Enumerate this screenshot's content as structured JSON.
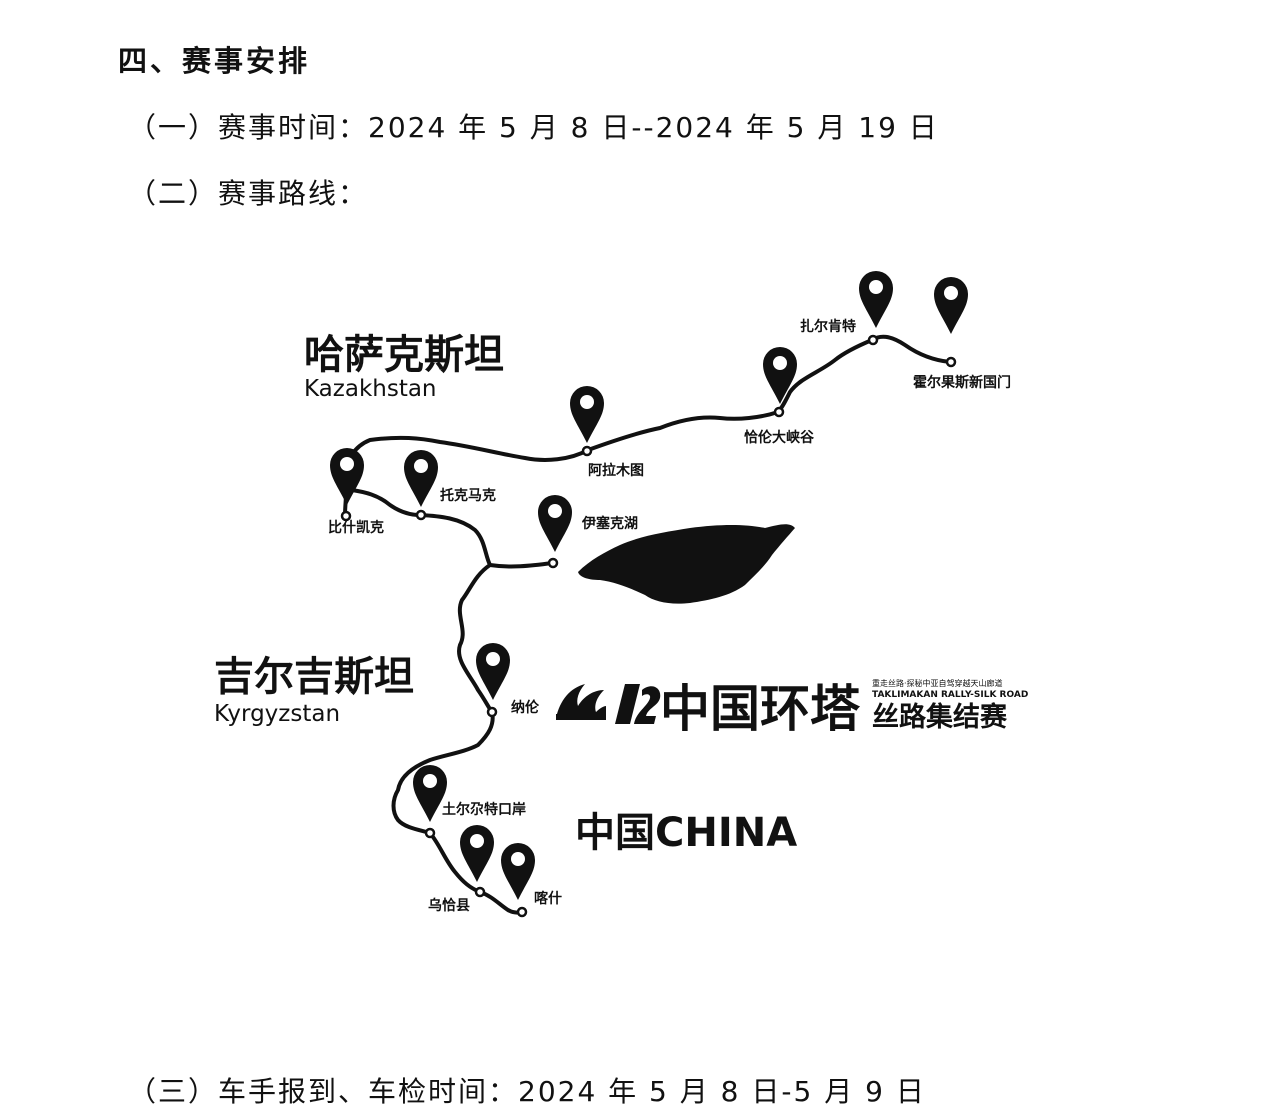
{
  "section": {
    "heading": "四、赛事安排",
    "item1": "（一）赛事时间：2024 年 5 月 8 日--2024 年 5 月 19 日",
    "item2": "（二）赛事路线：",
    "item3": "（三）车手报到、车检时间：2024 年 5 月 8 日-5 月 9 日"
  },
  "map": {
    "countries": {
      "kazakhstan_cn": "哈萨克斯坦",
      "kazakhstan_en": "Kazakhstan",
      "kyrgyzstan_cn": "吉尔吉斯坦",
      "kyrgyzstan_en": "Kyrgyzstan",
      "china": "中国CHINA"
    },
    "places": {
      "khorgos": "霍尔果斯新国门",
      "zharkent": "扎尔肯特",
      "charyn": "恰伦大峡谷",
      "almaty": "阿拉木图",
      "bishkek": "比什凯克",
      "tokmok": "托克马克",
      "issyk_kul": "伊塞克湖",
      "naryn": "纳伦",
      "torugart": "土尔尕特口岸",
      "wuqia": "乌恰县",
      "kashgar": "喀什"
    },
    "logo": {
      "title": "中国环塔",
      "subtitle": "丝路集结赛",
      "english": "TAKLIMAKAN RALLY-SILK ROAD",
      "slogan": "重走丝路·探秘中亚自驾穿越天山廊道"
    },
    "colors": {
      "ink": "#111111",
      "background": "#ffffff"
    }
  }
}
